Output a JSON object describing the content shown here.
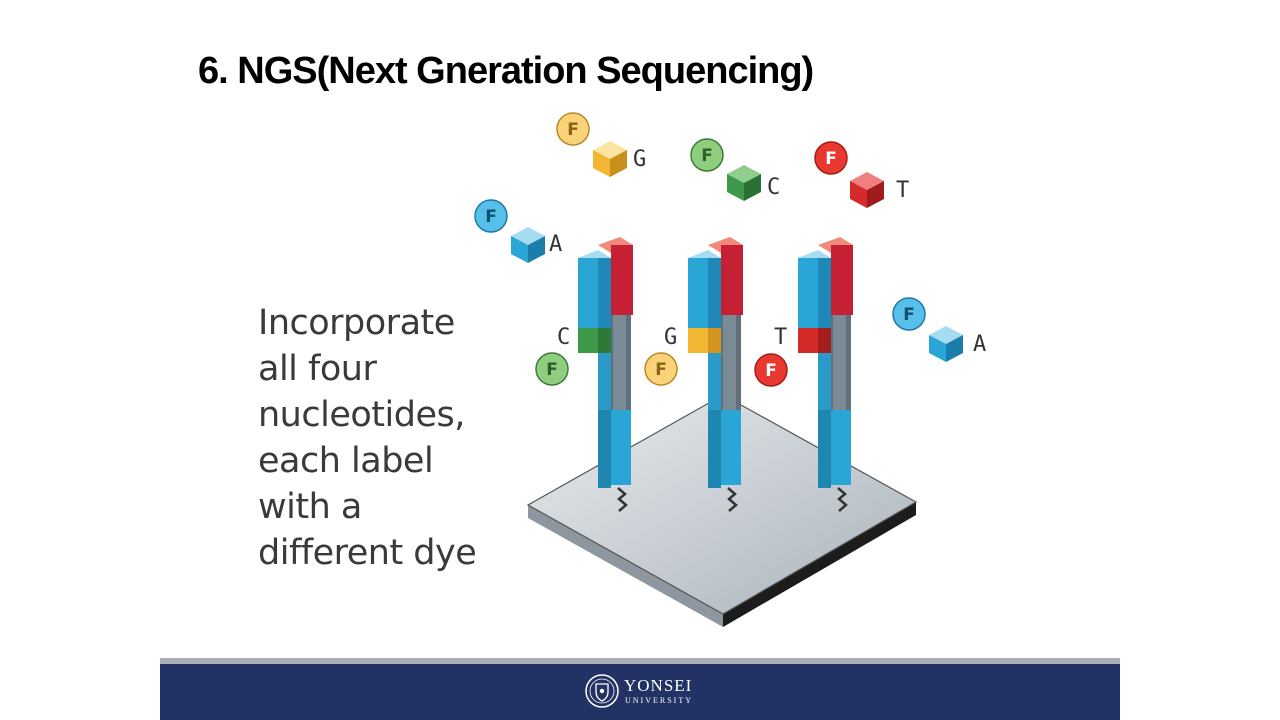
{
  "title": "6. NGS(Next Gneration Sequencing)",
  "caption_lines": [
    "Incorporate",
    "all four",
    "nucleotides,",
    "each label",
    "with a",
    "different dye"
  ],
  "dye_label": "F",
  "free_nucleotides": [
    {
      "base": "G",
      "color": "#f2b632"
    },
    {
      "base": "C",
      "color": "#3e9a4a"
    },
    {
      "base": "T",
      "color": "#d42a2a"
    },
    {
      "base": "A",
      "color": "#2aa6d6"
    },
    {
      "base": "A",
      "color": "#2aa6d6"
    }
  ],
  "incorporated_nucleotides": [
    {
      "base": "C",
      "color": "#3e9a4a"
    },
    {
      "base": "G",
      "color": "#f2b632"
    },
    {
      "base": "T",
      "color": "#d42a2a"
    }
  ],
  "colors": {
    "template_strand": "#6e7f8a",
    "primer_strand": "#2aa6d6",
    "complement_cap": "#c62034",
    "footer_background": "#223264"
  },
  "footer": {
    "logo_name": "YONSEI",
    "logo_sub": "UNIVERSITY"
  }
}
